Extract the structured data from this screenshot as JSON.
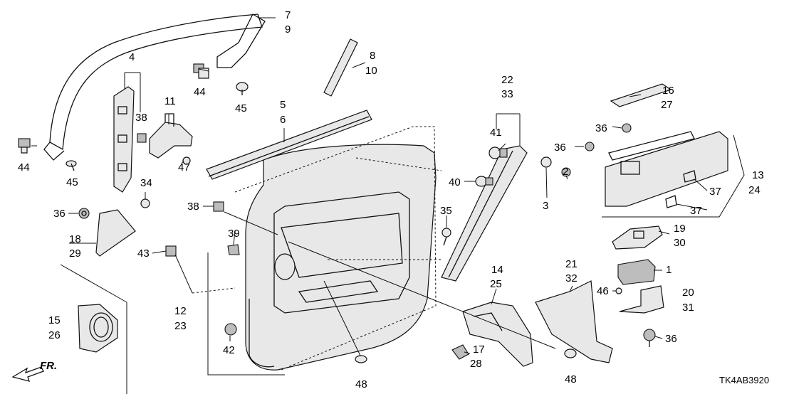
{
  "diagram_code": "TK4AB3920",
  "direction_label": "FR.",
  "callouts": [
    {
      "id": "c1",
      "text": "1"
    },
    {
      "id": "c2",
      "text": "2"
    },
    {
      "id": "c3",
      "text": "3"
    },
    {
      "id": "c4",
      "text": "4"
    },
    {
      "id": "c5",
      "text": "5"
    },
    {
      "id": "c6",
      "text": "6"
    },
    {
      "id": "c7",
      "text": "7"
    },
    {
      "id": "c8",
      "text": "8"
    },
    {
      "id": "c9",
      "text": "9"
    },
    {
      "id": "c10",
      "text": "10"
    },
    {
      "id": "c11",
      "text": "11"
    },
    {
      "id": "c12",
      "text": "12"
    },
    {
      "id": "c13",
      "text": "13"
    },
    {
      "id": "c14",
      "text": "14"
    },
    {
      "id": "c15",
      "text": "15"
    },
    {
      "id": "c16",
      "text": "16"
    },
    {
      "id": "c17",
      "text": "17"
    },
    {
      "id": "c18",
      "text": "18"
    },
    {
      "id": "c19",
      "text": "19"
    },
    {
      "id": "c20",
      "text": "20"
    },
    {
      "id": "c21",
      "text": "21"
    },
    {
      "id": "c22",
      "text": "22"
    },
    {
      "id": "c23",
      "text": "23"
    },
    {
      "id": "c24",
      "text": "24"
    },
    {
      "id": "c25",
      "text": "25"
    },
    {
      "id": "c26",
      "text": "26"
    },
    {
      "id": "c27",
      "text": "27"
    },
    {
      "id": "c28",
      "text": "28"
    },
    {
      "id": "c29",
      "text": "29"
    },
    {
      "id": "c30",
      "text": "30"
    },
    {
      "id": "c31",
      "text": "31"
    },
    {
      "id": "c32",
      "text": "32"
    },
    {
      "id": "c33",
      "text": "33"
    },
    {
      "id": "c34",
      "text": "34"
    },
    {
      "id": "c35",
      "text": "35"
    },
    {
      "id": "c36a",
      "text": "36"
    },
    {
      "id": "c36b",
      "text": "36"
    },
    {
      "id": "c36c",
      "text": "36"
    },
    {
      "id": "c36d",
      "text": "36"
    },
    {
      "id": "c37a",
      "text": "37"
    },
    {
      "id": "c37b",
      "text": "37"
    },
    {
      "id": "c38a",
      "text": "38"
    },
    {
      "id": "c38b",
      "text": "38"
    },
    {
      "id": "c39",
      "text": "39"
    },
    {
      "id": "c40",
      "text": "40"
    },
    {
      "id": "c41",
      "text": "41"
    },
    {
      "id": "c42",
      "text": "42"
    },
    {
      "id": "c43",
      "text": "43"
    },
    {
      "id": "c44a",
      "text": "44"
    },
    {
      "id": "c44b",
      "text": "44"
    },
    {
      "id": "c45a",
      "text": "45"
    },
    {
      "id": "c45b",
      "text": "45"
    },
    {
      "id": "c46",
      "text": "46"
    },
    {
      "id": "c47",
      "text": "47"
    },
    {
      "id": "c48a",
      "text": "48"
    },
    {
      "id": "c48b",
      "text": "48"
    }
  ]
}
